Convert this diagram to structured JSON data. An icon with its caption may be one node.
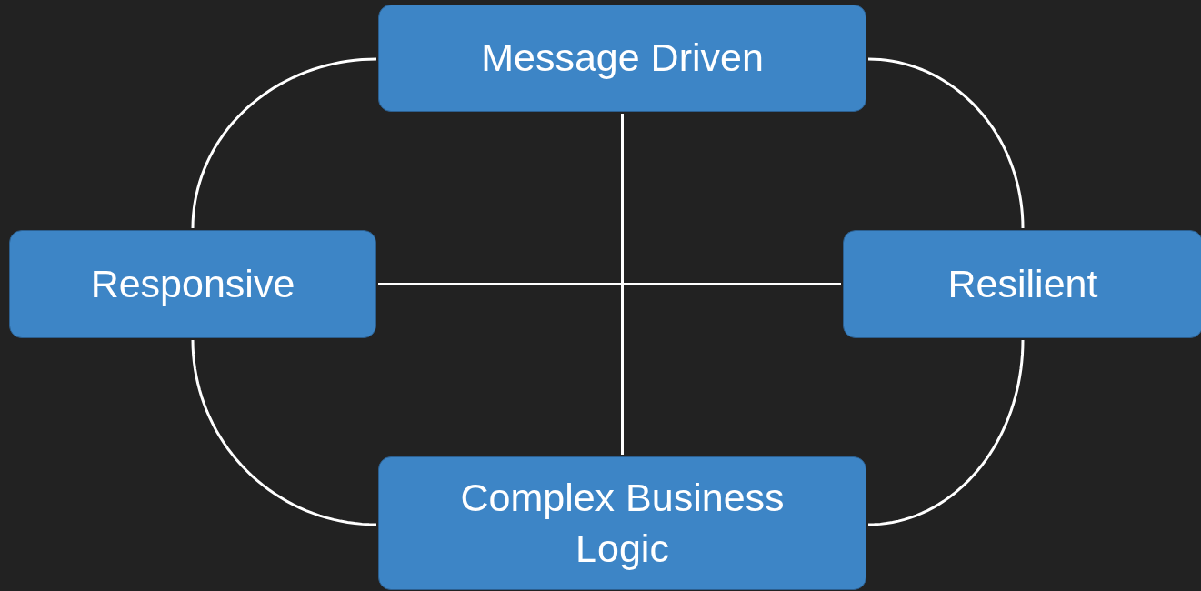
{
  "diagram": {
    "nodes": [
      {
        "text": [
          "Message Driven"
        ]
      },
      {
        "text": [
          "Responsive"
        ]
      },
      {
        "text": [
          "Resilient"
        ]
      },
      {
        "text": [
          "Complex Business Logic"
        ]
      }
    ],
    "edges": [
      {
        "from": 0,
        "to": 1,
        "arrow": "none"
      },
      {
        "from": 0,
        "to": 2,
        "arrow": "none"
      },
      {
        "from": 3,
        "to": 1,
        "arrow": "none"
      },
      {
        "from": 3,
        "to": 2,
        "arrow": "none"
      },
      {
        "from": 0,
        "to": 3,
        "arrow": "none"
      },
      {
        "from": 1,
        "to": 2,
        "arrow": "none"
      }
    ]
  }
}
